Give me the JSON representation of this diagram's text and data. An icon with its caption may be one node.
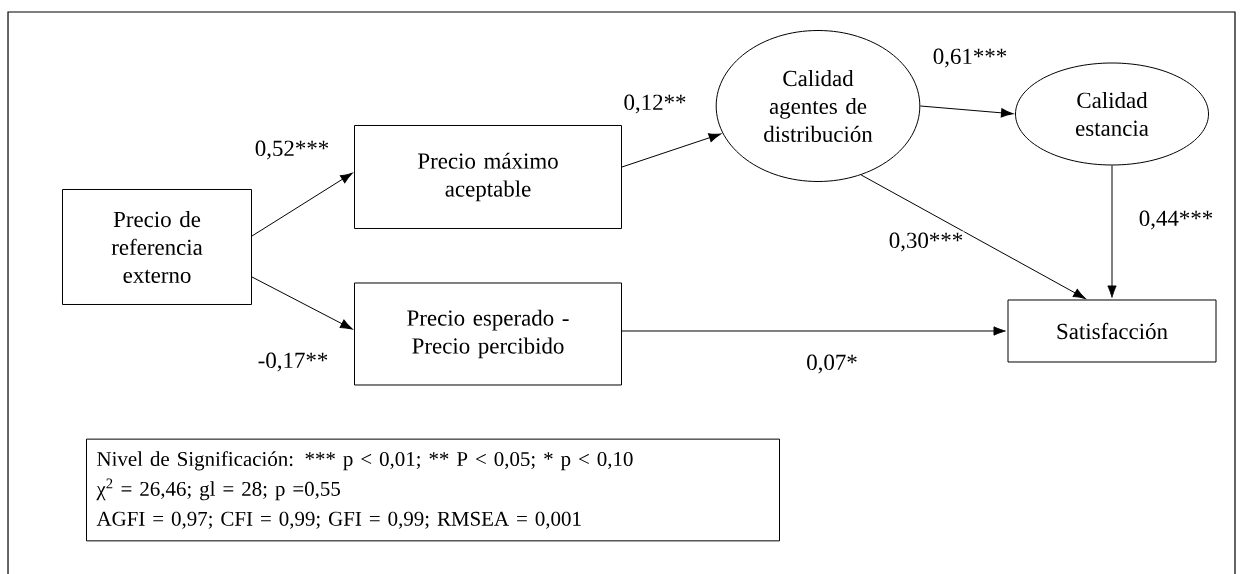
{
  "diagram": {
    "nodes": [
      {
        "text": [
          "Precio de referencia externo"
        ]
      },
      {
        "text": [
          "Precio máximo aceptable"
        ]
      },
      {
        "text": [
          "Calidad agentes de distribución"
        ]
      },
      {
        "text": [
          "Calidad estancia"
        ]
      },
      {
        "text": [
          "Precio esperado - Precio percibido"
        ]
      },
      {
        "text": [
          "Satisfacción"
        ]
      },
      {
        "text": [
          "Nivel de Significación: ***  p < 0,01; ** P < 0,05; * p < 0,10",
          "χ$^{2}$ = 26,46; gl = 28; p =0,55",
          "AGFI = 0,97; CFI = 0,99; GFI = 0,99; RMSEA = 0,001"
        ]
      }
    ],
    "edges": [
      {
        "from": 0,
        "to": 1,
        "arrow": "to",
        "label": "0,52***"
      },
      {
        "from": 1,
        "to": 2,
        "arrow": "to",
        "label": "0,12**"
      },
      {
        "from": 2,
        "to": 3,
        "arrow": "to",
        "label": "0,61***"
      },
      {
        "from": 2,
        "to": 5,
        "arrow": "to",
        "label": "0,30***"
      },
      {
        "from": 3,
        "to": 5,
        "arrow": "to",
        "label": "0,44***"
      },
      {
        "from": 0,
        "to": 4,
        "arrow": "to",
        "label": "-0,17**"
      },
      {
        "from": 4,
        "to": 5,
        "arrow": "to",
        "label": "0,07*"
      }
    ]
  }
}
